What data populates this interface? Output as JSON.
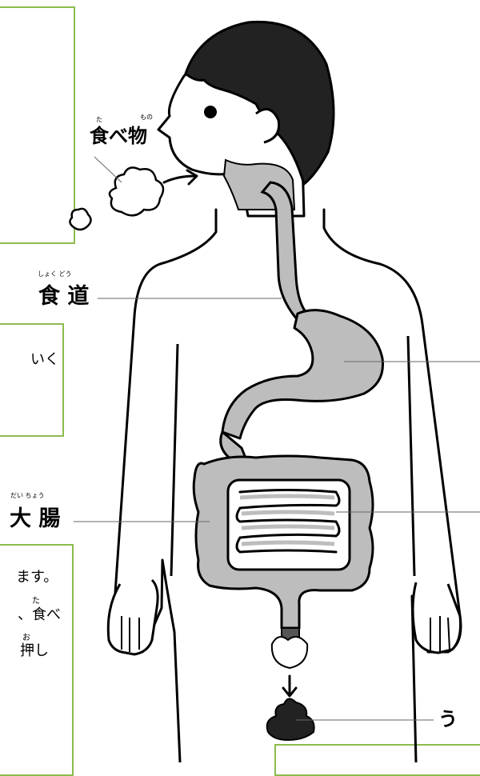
{
  "labels": {
    "food": {
      "text": "食べ物",
      "ruby_ta": "た",
      "ruby_mono": "もの"
    },
    "esophagus": {
      "text": "食 道",
      "ruby": "しょく どう"
    },
    "large_intestine": {
      "text": "大 腸",
      "ruby": "だい ちょう"
    },
    "stool": {
      "text": "う"
    }
  },
  "boxes": {
    "middle_left": {
      "line1": "いく"
    },
    "lower_left": {
      "line1": "ます。",
      "line2": "、食べ",
      "line2_ruby": "た",
      "line3": "押し",
      "line3_ruby": "お"
    }
  },
  "colors": {
    "box_border": "#8dbb4f",
    "organ_fill": "#bdbdbd",
    "hair": "#222222"
  }
}
